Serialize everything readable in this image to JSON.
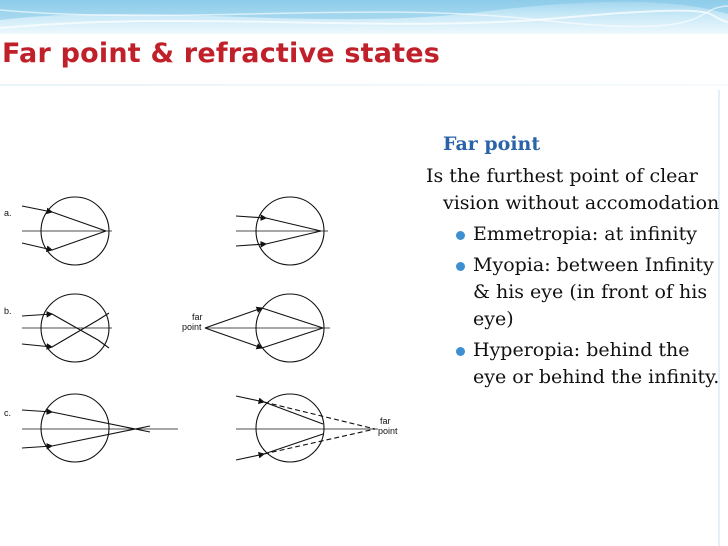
{
  "slide": {
    "title": "Far point & refractive states"
  },
  "figure": {
    "row_labels": [
      "a.",
      "b.",
      "c."
    ],
    "far_point_labels": [
      {
        "line1": "far",
        "line2": "point"
      },
      {
        "line1": "far",
        "line2": "point"
      }
    ]
  },
  "content": {
    "subheading": "Far point",
    "definition": "Is the furthest point of clear vision without accomodation",
    "bullets": [
      "Emmetropia: at infinity",
      "Myopia: between Infinity & his eye (in front of his eye)",
      "Hyperopia: behind the eye or behind the infinity."
    ]
  },
  "colors": {
    "title": "#c0202a",
    "subheading": "#2b63a8",
    "bullet": "#3d8fd1",
    "banner": "#9fd4ee"
  }
}
